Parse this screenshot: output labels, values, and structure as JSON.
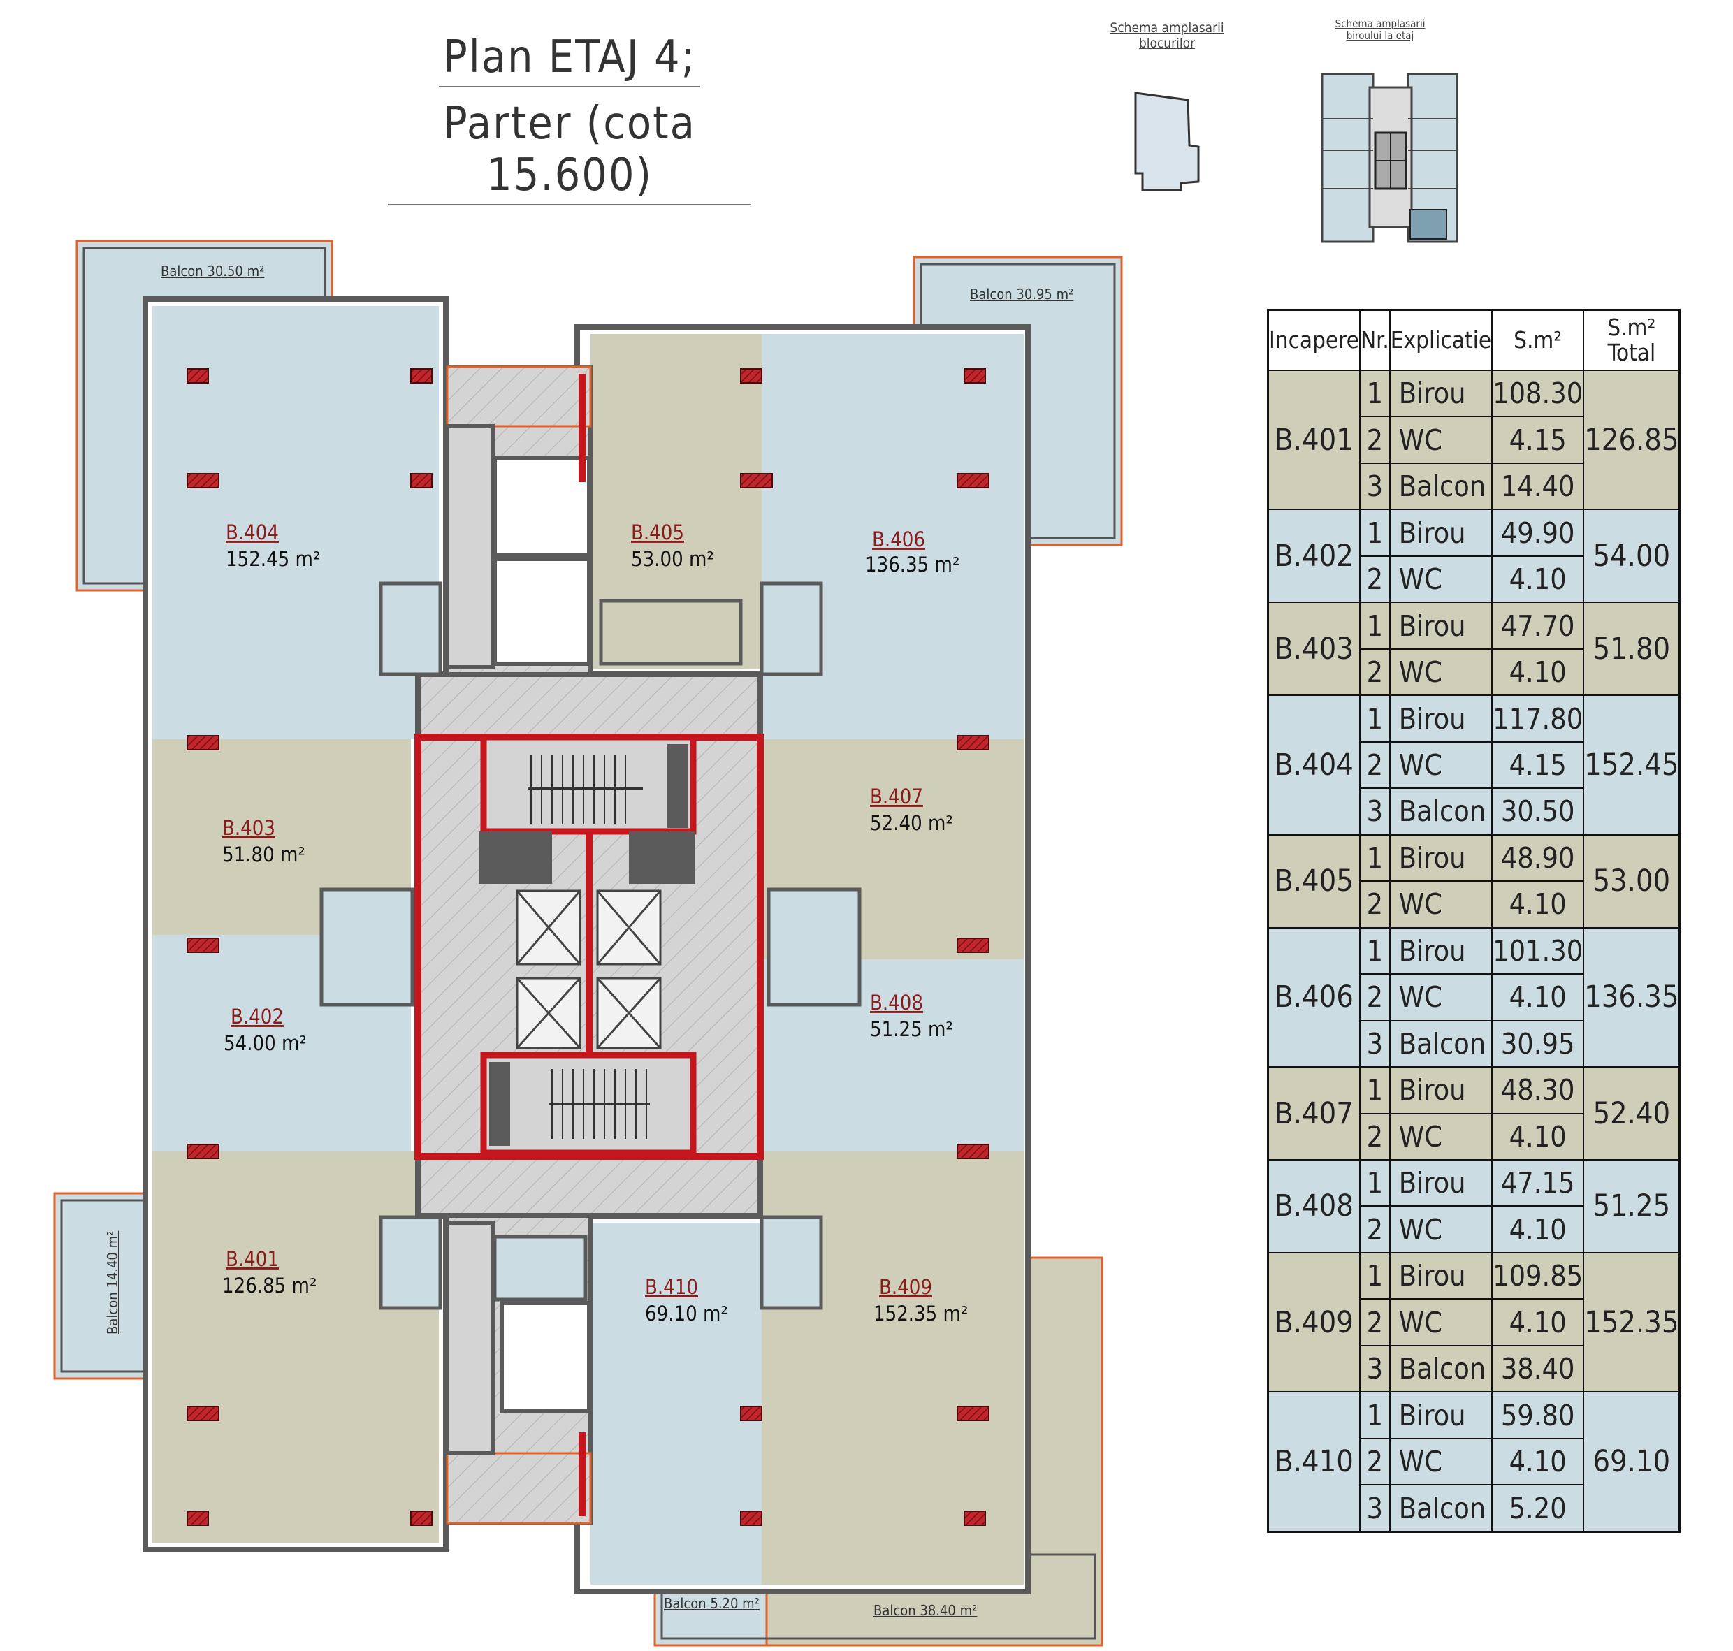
{
  "title": {
    "line1": "Plan ETAJ 4;",
    "line2": "Parter (cota 15.600)"
  },
  "schema_blocks": {
    "line1": "Schema amplasarii",
    "line2": "blocurilor"
  },
  "schema_office": {
    "line1": "Schema amplasarii",
    "line2": "biroului la etaj"
  },
  "colors": {
    "tan": "#cfcfb9",
    "blue": "#cbdde3",
    "wall": "#5a5a5a",
    "red": "#c4161c",
    "orange": "#e2622a",
    "core": "#d2d2d2"
  },
  "rooms": [
    {
      "id": "b404",
      "name": "B.404",
      "area": "152.45 m²"
    },
    {
      "id": "b405",
      "name": "B.405",
      "area": "53.00 m²"
    },
    {
      "id": "b406",
      "name": "B.406",
      "area": "136.35 m²"
    },
    {
      "id": "b403",
      "name": "B.403",
      "area": "51.80 m²"
    },
    {
      "id": "b407",
      "name": "B.407",
      "area": "52.40 m²"
    },
    {
      "id": "b402",
      "name": "B.402",
      "area": "54.00 m²"
    },
    {
      "id": "b408",
      "name": "B.408",
      "area": "51.25 m²"
    },
    {
      "id": "b401",
      "name": "B.401",
      "area": "126.85 m²"
    },
    {
      "id": "b410",
      "name": "B.410",
      "area": "69.10 m²"
    },
    {
      "id": "b409",
      "name": "B.409",
      "area": "152.35 m²"
    }
  ],
  "balconies": [
    {
      "id": "bal-404",
      "label": "Balcon 30.50 m²"
    },
    {
      "id": "bal-406",
      "label": "Balcon 30.95 m²"
    },
    {
      "id": "bal-401",
      "label": "Balcon 14.40 m²"
    },
    {
      "id": "bal-410",
      "label": "Balcon 5.20 m²"
    },
    {
      "id": "bal-409",
      "label": "Balcon 38.40 m²"
    }
  ],
  "table": {
    "headers": [
      "Incapere",
      "Nr.",
      "Explicatie",
      "S.m²",
      "S.m² Total"
    ],
    "rooms": [
      {
        "room": "B.401",
        "total": "126.85",
        "color": "tan",
        "items": [
          [
            "1",
            "Birou",
            "108.30"
          ],
          [
            "2",
            "WC",
            "4.15"
          ],
          [
            "3",
            "Balcon",
            "14.40"
          ]
        ]
      },
      {
        "room": "B.402",
        "total": "54.00",
        "color": "blue",
        "items": [
          [
            "1",
            "Birou",
            "49.90"
          ],
          [
            "2",
            "WC",
            "4.10"
          ]
        ]
      },
      {
        "room": "B.403",
        "total": "51.80",
        "color": "tan",
        "items": [
          [
            "1",
            "Birou",
            "47.70"
          ],
          [
            "2",
            "WC",
            "4.10"
          ]
        ]
      },
      {
        "room": "B.404",
        "total": "152.45",
        "color": "blue",
        "items": [
          [
            "1",
            "Birou",
            "117.80"
          ],
          [
            "2",
            "WC",
            "4.15"
          ],
          [
            "3",
            "Balcon",
            "30.50"
          ]
        ]
      },
      {
        "room": "B.405",
        "total": "53.00",
        "color": "tan",
        "items": [
          [
            "1",
            "Birou",
            "48.90"
          ],
          [
            "2",
            "WC",
            "4.10"
          ]
        ]
      },
      {
        "room": "B.406",
        "total": "136.35",
        "color": "blue",
        "items": [
          [
            "1",
            "Birou",
            "101.30"
          ],
          [
            "2",
            "WC",
            "4.10"
          ],
          [
            "3",
            "Balcon",
            "30.95"
          ]
        ]
      },
      {
        "room": "B.407",
        "total": "52.40",
        "color": "tan",
        "items": [
          [
            "1",
            "Birou",
            "48.30"
          ],
          [
            "2",
            "WC",
            "4.10"
          ]
        ]
      },
      {
        "room": "B.408",
        "total": "51.25",
        "color": "blue",
        "items": [
          [
            "1",
            "Birou",
            "47.15"
          ],
          [
            "2",
            "WC",
            "4.10"
          ]
        ]
      },
      {
        "room": "B.409",
        "total": "152.35",
        "color": "tan",
        "items": [
          [
            "1",
            "Birou",
            "109.85"
          ],
          [
            "2",
            "WC",
            "4.10"
          ],
          [
            "3",
            "Balcon",
            "38.40"
          ]
        ]
      },
      {
        "room": "B.410",
        "total": "69.10",
        "color": "blue",
        "items": [
          [
            "1",
            "Birou",
            "59.80"
          ],
          [
            "2",
            "WC",
            "4.10"
          ],
          [
            "3",
            "Balcon",
            "5.20"
          ]
        ]
      }
    ]
  }
}
